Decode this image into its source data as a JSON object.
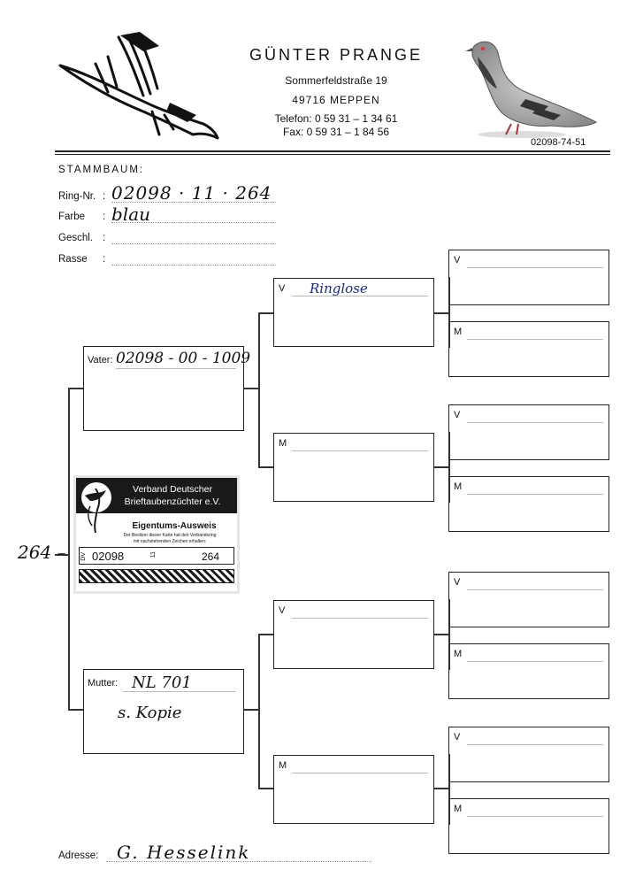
{
  "header": {
    "name": "GÜNTER PRANGE",
    "street": "Sommerfeldstraße 19",
    "city": "49716 MEPPEN",
    "phone": "Telefon: 0 59 31 – 1 34 61",
    "fax": "Fax: 0 59 31 – 1 84 56",
    "pigeon_ring": "02098-74-51"
  },
  "form": {
    "title": "STAMMBAUM:",
    "ring_label": "Ring-Nr.",
    "ring_value": "02098 · 11 · 264",
    "color_label": "Farbe",
    "color_value": "blau",
    "sex_label": "Geschl.",
    "breed_label": "Rasse",
    "colon": ":",
    "side_note": "264 –",
    "address_label": "Adresse:",
    "address_value": "G. Hesselink"
  },
  "sire": {
    "label": "Vater:",
    "value": "02098 - 00 - 1009"
  },
  "dam": {
    "label": "Mutter:",
    "value": "NL 701",
    "note": "s. Kopie"
  },
  "grandparents": [
    {
      "tag": "V",
      "value": "Ringlose"
    },
    {
      "tag": "M",
      "value": ""
    },
    {
      "tag": "V",
      "value": ""
    },
    {
      "tag": "M",
      "value": ""
    }
  ],
  "great_grandparents": [
    {
      "tag": "V"
    },
    {
      "tag": "M"
    },
    {
      "tag": "V"
    },
    {
      "tag": "M"
    },
    {
      "tag": "V"
    },
    {
      "tag": "M"
    },
    {
      "tag": "V"
    },
    {
      "tag": "M"
    }
  ],
  "card": {
    "org_line1": "Verband Deutscher",
    "org_line2": "Brieftaubenzüchter e.V.",
    "title": "Eigentums-Ausweis",
    "small1": "Der Besitzer dieser Karte hat den Verbandsring",
    "small2": "mit nachstehenden Zeichen erhalten:",
    "prefix": "DV",
    "club": "02098",
    "year": "11",
    "number": "264"
  }
}
